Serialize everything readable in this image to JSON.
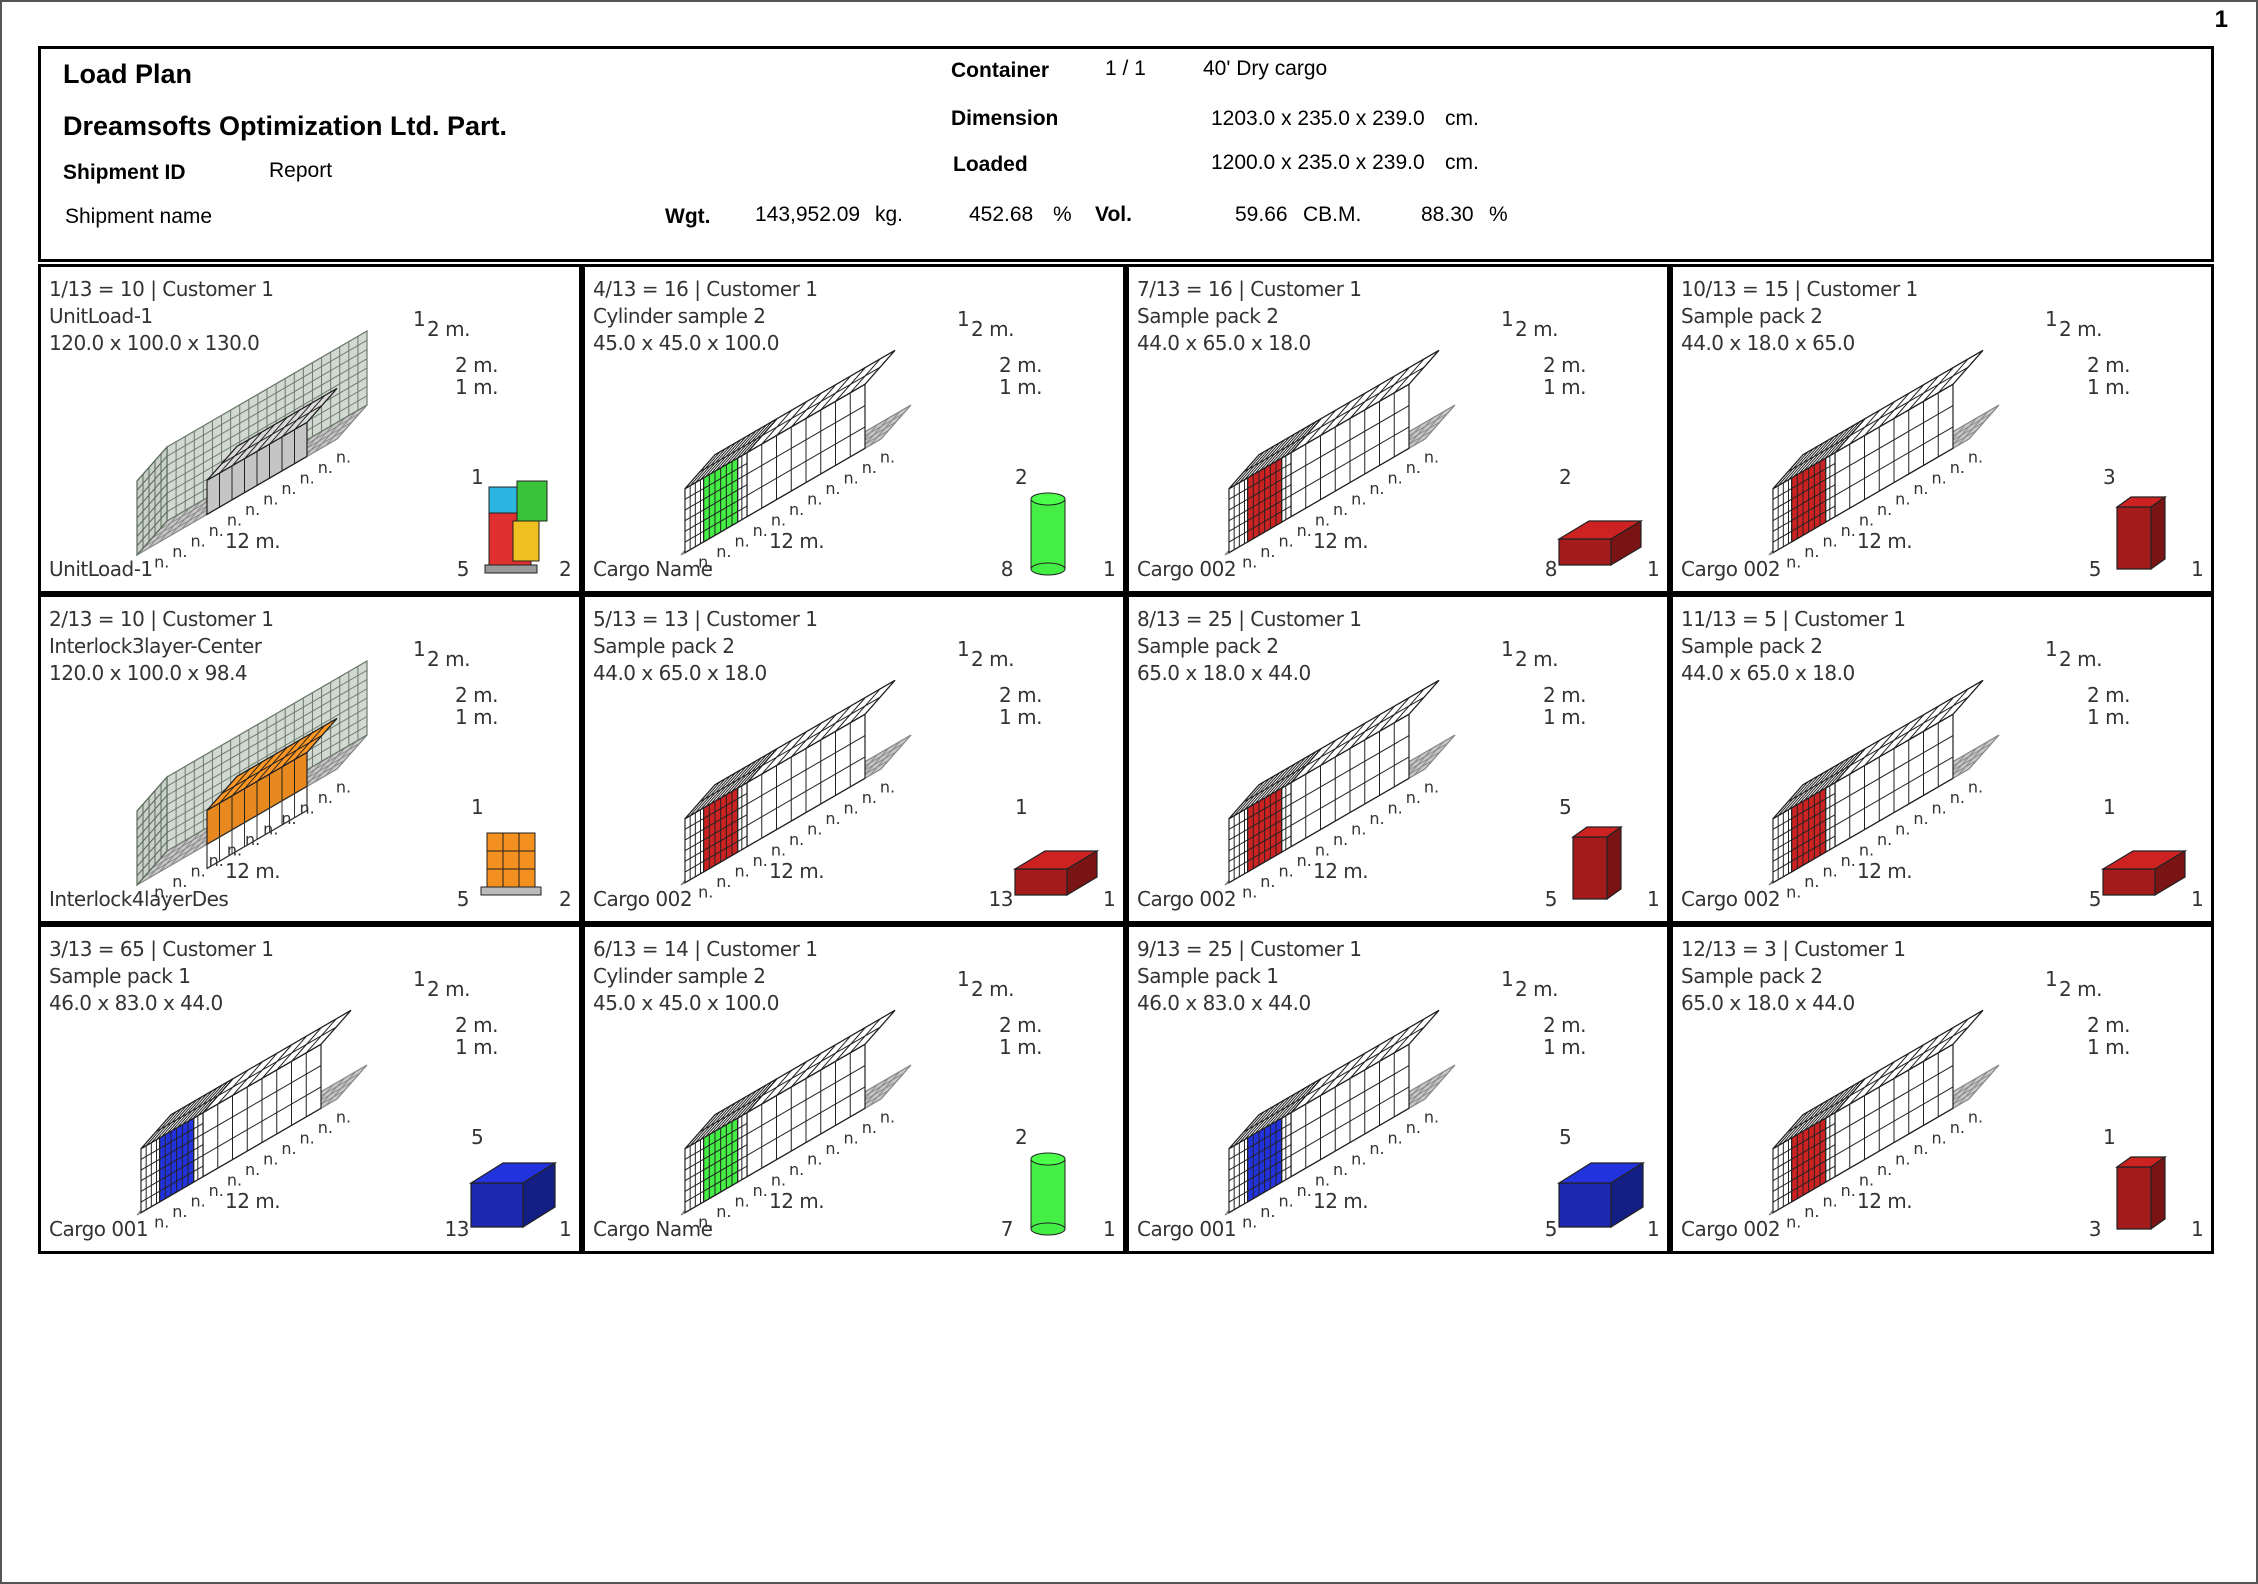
{
  "page_number": "1",
  "header": {
    "title": "Load Plan",
    "company": "Dreamsofts Optimization Ltd. Part.",
    "shipment_id_label": "Shipment ID",
    "shipment_id_value": "Report",
    "shipment_name_label": "Shipment name",
    "container_label": "Container",
    "container_count": "1  /  1",
    "container_type": "40' Dry cargo",
    "dimension_label": "Dimension",
    "dimension_value": "1203.0 x 235.0 x 239.0",
    "dimension_unit": "cm.",
    "loaded_label": "Loaded",
    "loaded_value": "1200.0 x 235.0 x 239.0",
    "loaded_unit": "cm.",
    "wgt_label": "Wgt.",
    "wgt_value": "143,952.09",
    "wgt_unit": "kg.",
    "wgt_pct": "452.68",
    "wgt_pct_unit": "%",
    "vol_label": "Vol.",
    "vol_value": "59.66",
    "vol_unit": "CB.M.",
    "vol_pct": "88.30",
    "vol_pct_unit": "%"
  },
  "axis_labels": {
    "top": "1",
    "m2a": "2 m.",
    "m2b": "2 m.",
    "m1": "1 m.",
    "len": "12 m.",
    "tick": "n."
  },
  "steps": [
    {
      "line1": "1/13  = 10 | Customer 1",
      "line2": "UnitLoad-1",
      "line3": "120.0 x 100.0 x 130.0",
      "cargo_name": "UnitLoad-1",
      "qty": "5",
      "icon_top": "1",
      "icon_right": "2",
      "kind": "pallet",
      "color": "#d0d0d0",
      "progress": 0.3
    },
    {
      "line1": "4/13  = 16 | Customer 1",
      "line2": "Cylinder sample 2",
      "line3": "45.0 x 45.0 x 100.0",
      "cargo_name": "Cargo Name",
      "qty": "8",
      "icon_top": "2",
      "icon_right": "1",
      "kind": "cylinder",
      "color": "#44ee44",
      "progress": 0.55
    },
    {
      "line1": "7/13  = 16 | Customer 1",
      "line2": "Sample pack 2",
      "line3": "44.0 x 65.0 x 18.0",
      "cargo_name": "Cargo 002",
      "qty": "8",
      "icon_top": "2",
      "icon_right": "1",
      "kind": "box-flat",
      "color": "#cc2222",
      "progress": 0.55
    },
    {
      "line1": "10/13  = 15 | Customer 1",
      "line2": "Sample pack 2",
      "line3": "44.0 x 18.0 x 65.0",
      "cargo_name": "Cargo 002",
      "qty": "5",
      "icon_top": "3",
      "icon_right": "1",
      "kind": "box-tall",
      "color": "#cc2222",
      "progress": 0.55
    },
    {
      "line1": "2/13  = 10 | Customer 1",
      "line2": "Interlock3layer-Center",
      "line3": "120.0 x 100.0 x 98.4",
      "cargo_name": "Interlock4layerDes",
      "qty": "5",
      "icon_top": "1",
      "icon_right": "2",
      "kind": "pallet-orange",
      "color": "#f39020",
      "progress": 0.3
    },
    {
      "line1": "5/13  = 13 | Customer 1",
      "line2": "Sample pack 2",
      "line3": "44.0 x 65.0 x 18.0",
      "cargo_name": "Cargo 002",
      "qty": "13",
      "icon_top": "1",
      "icon_right": "1",
      "kind": "box-flat",
      "color": "#cc2222",
      "progress": 0.55
    },
    {
      "line1": "8/13  = 25 | Customer 1",
      "line2": "Sample pack 2",
      "line3": "65.0 x 18.0 x 44.0",
      "cargo_name": "Cargo 002",
      "qty": "5",
      "icon_top": "5",
      "icon_right": "1",
      "kind": "box-tall",
      "color": "#cc2222",
      "progress": 0.55
    },
    {
      "line1": "11/13  = 5 | Customer 1",
      "line2": "Sample pack 2",
      "line3": "44.0 x 65.0 x 18.0",
      "cargo_name": "Cargo 002",
      "qty": "5",
      "icon_top": "1",
      "icon_right": "1",
      "kind": "box-flat",
      "color": "#cc2222",
      "progress": 0.55
    },
    {
      "line1": "3/13  = 65 | Customer 1",
      "line2": "Sample pack 1",
      "line3": "46.0 x 83.0 x 44.0",
      "cargo_name": "Cargo 001",
      "qty": "13",
      "icon_top": "5",
      "icon_right": "1",
      "kind": "box-cube",
      "color": "#2233dd",
      "progress": 0.55
    },
    {
      "line1": "6/13  = 14 | Customer 1",
      "line2": "Cylinder sample 2",
      "line3": "45.0 x 45.0 x 100.0",
      "cargo_name": "Cargo Name",
      "qty": "7",
      "icon_top": "2",
      "icon_right": "1",
      "kind": "cylinder",
      "color": "#44ee44",
      "progress": 0.55
    },
    {
      "line1": "9/13  = 25 | Customer 1",
      "line2": "Sample pack 1",
      "line3": "46.0 x 83.0 x 44.0",
      "cargo_name": "Cargo 001",
      "qty": "5",
      "icon_top": "5",
      "icon_right": "1",
      "kind": "box-cube",
      "color": "#2233dd",
      "progress": 0.55
    },
    {
      "line1": "12/13  = 3 | Customer 1",
      "line2": "Sample pack 2",
      "line3": "65.0 x 18.0 x 44.0",
      "cargo_name": "Cargo 002",
      "qty": "3",
      "icon_top": "1",
      "icon_right": "1",
      "kind": "box-tall",
      "color": "#cc2222",
      "progress": 0.55
    }
  ]
}
